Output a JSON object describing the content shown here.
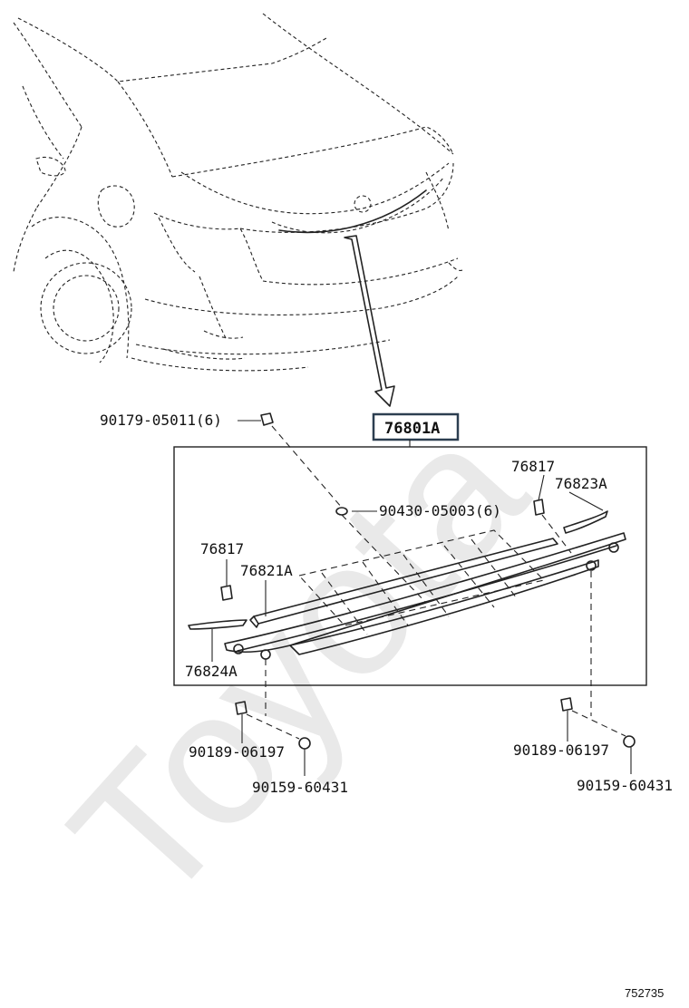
{
  "watermark": "Toyota",
  "main_part": "76801A",
  "parts": {
    "bolt_top": "90179-05011(6)",
    "nut_top": "90430-05003(6)",
    "clip_right": "76817",
    "molding_right": "76823A",
    "clip_left": "76817",
    "molding_center": "76821A",
    "molding_left": "76824A",
    "grommet_left": "90189-06197",
    "screw_left": "90159-60431",
    "grommet_right": "90189-06197",
    "screw_right": "90159-60431"
  },
  "illustration_id": "752735"
}
